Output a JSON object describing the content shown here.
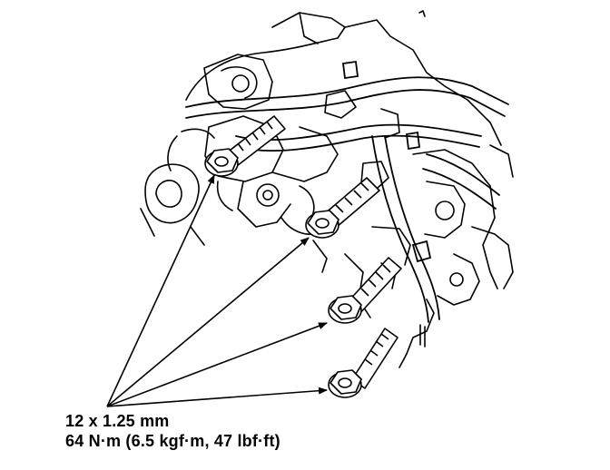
{
  "figure": {
    "bolt_spec": {
      "size": "12 x 1.25 mm",
      "torque": "64 N·m (6.5 kgf·m, 47 lbf·ft)"
    },
    "colors": {
      "line": "#000000",
      "background": "#ffffff"
    },
    "callout_bolt_count": 4
  }
}
